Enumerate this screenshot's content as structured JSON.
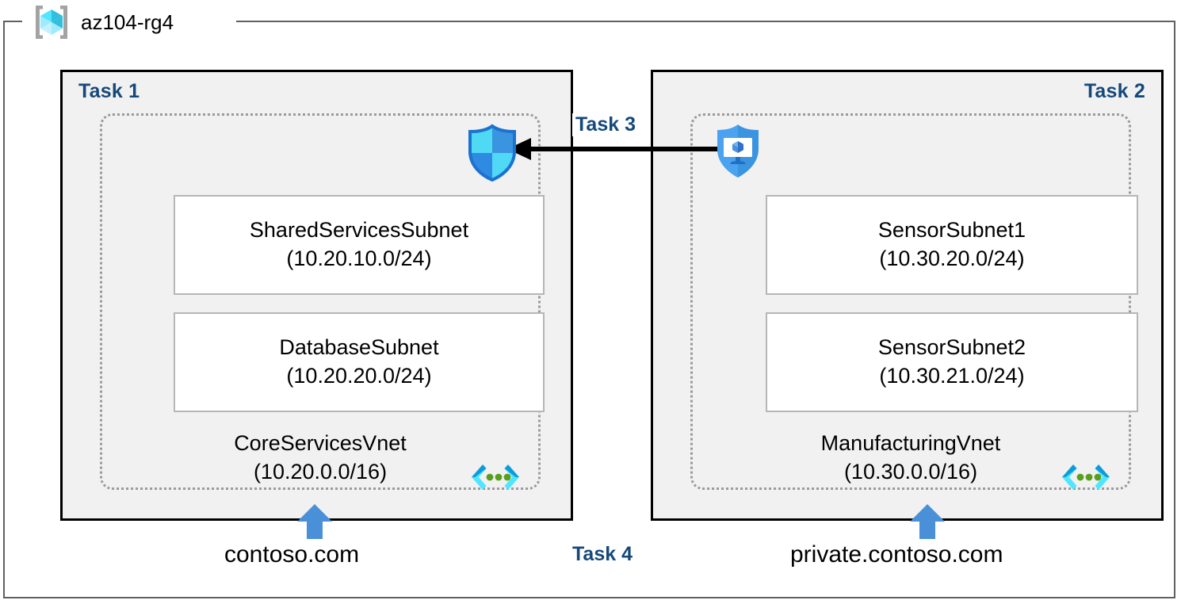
{
  "resource_group": {
    "name": "az104-rg4",
    "icon": "resource-group-cube-icon"
  },
  "tasks": {
    "task1_label": "Task 1",
    "task2_label": "Task 2",
    "task3_label": "Task 3",
    "task4_label": "Task 4"
  },
  "vnet1": {
    "name": "CoreServicesVnet",
    "cidr": "(10.20.0.0/16)",
    "code_icon": "virtual-network-brackets-icon",
    "subnets": [
      {
        "name": "SharedServicesSubnet",
        "cidr": "(10.20.10.0/24)"
      },
      {
        "name": "DatabaseSubnet",
        "cidr": "(10.20.20.0/24)"
      }
    ]
  },
  "vnet2": {
    "name": "ManufacturingVnet",
    "cidr": "(10.30.0.0/16)",
    "code_icon": "virtual-network-brackets-icon",
    "subnets": [
      {
        "name": "SensorSubnet1",
        "cidr": "(10.30.20.0/24)"
      },
      {
        "name": "SensorSubnet2",
        "cidr": "(10.30.21.0/24)"
      }
    ]
  },
  "icons": {
    "nsg": "network-security-group-shield-icon",
    "network_watcher": "network-watcher-shield-vm-icon",
    "peering_arrow": "peering-arrow-left-icon",
    "dns_arrow": "dns-up-arrow-icon"
  },
  "dns": {
    "zone1": "contoso.com",
    "zone2": "private.contoso.com"
  },
  "colors": {
    "task_label": "#15497b",
    "panel_fill": "#f1f1f1",
    "panel_border": "#000000",
    "vnet_dotted_border": "#9a9a9a",
    "subnet_border": "#b6b6b6",
    "dns_arrow_blue": "#4a90d9",
    "shield_blue": "#2f8ae4",
    "shield_cyan": "#38d4f7",
    "code_bracket_blue": "#1b9fe0",
    "code_dot_green": "#5a9e1e",
    "rg_frame": "#606060"
  }
}
